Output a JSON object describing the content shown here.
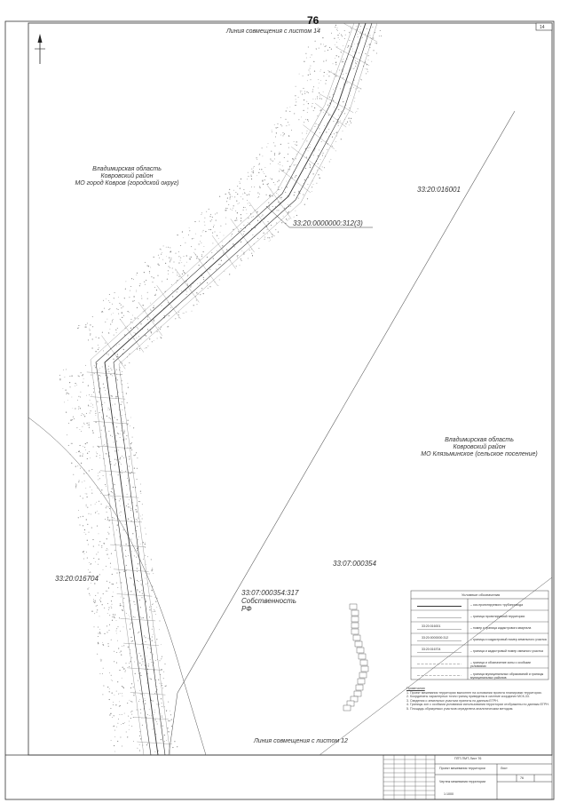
{
  "page_number": "76",
  "corner_mark": "14",
  "top_match_line": "Линия совмещения с листом 14",
  "bottom_match_line": "Линия совмещения с листом 12",
  "parcels": {
    "route_parcel": "33:20:0000000:312(3)",
    "northeast": "33:20:016001",
    "southwest": "33:20:016704",
    "quarter": "33:07:000354",
    "parcel_number": "33:07:000354:317",
    "parcel_owner_1": "Собственность",
    "parcel_owner_2": "РФ"
  },
  "admin_west": [
    "Владимирская область",
    "Ковровский район",
    "МО город Ковров (городской округ)"
  ],
  "admin_east": [
    "Владимирская область",
    "Ковровский район",
    "МО Клязьминское (сельское поселение)"
  ],
  "legend": {
    "title": "Условные обозначения",
    "rows": [
      {
        "sample": "",
        "text": "– ось проектируемого трубопровода"
      },
      {
        "sample": "",
        "text": "– граница проектируемой территории"
      },
      {
        "sample": "33:20:016001",
        "text": "– номер и граница кадастрового квартала"
      },
      {
        "sample": "33:20:0000000:312",
        "text": "– границы и кадастровый номер земельного участка"
      },
      {
        "sample": "33:20:016704",
        "text": "– граница и кадастровый номер смежного участка"
      },
      {
        "sample": "",
        "text": "– граница и обозначение зоны с особыми условиями"
      },
      {
        "sample": "",
        "text": "– граница муниципальных образований и границы муниципальных районов"
      }
    ]
  },
  "notes": {
    "title": "Примечания",
    "lines": [
      "1. Проект межевания территории выполнен на основании проекта планировки территории.",
      "2. Координаты характерных точек границ приведены в системе координат МСК-33.",
      "3. Сведения о земельных участках приняты по данным ЕГРН.",
      "4. Границы зон с особыми условиями использования территории отображены по данным ЕГРН.",
      "5. Площадь образуемых участков определена аналитическим методом."
    ]
  },
  "title_block": {
    "code": "ППТ-ПМТ-Лист 76",
    "project": "Проект межевания территории",
    "sheet_label": "Лист",
    "sheet": "76",
    "scale": "1:1000",
    "drawing_name": "Чертеж межевания территории"
  }
}
